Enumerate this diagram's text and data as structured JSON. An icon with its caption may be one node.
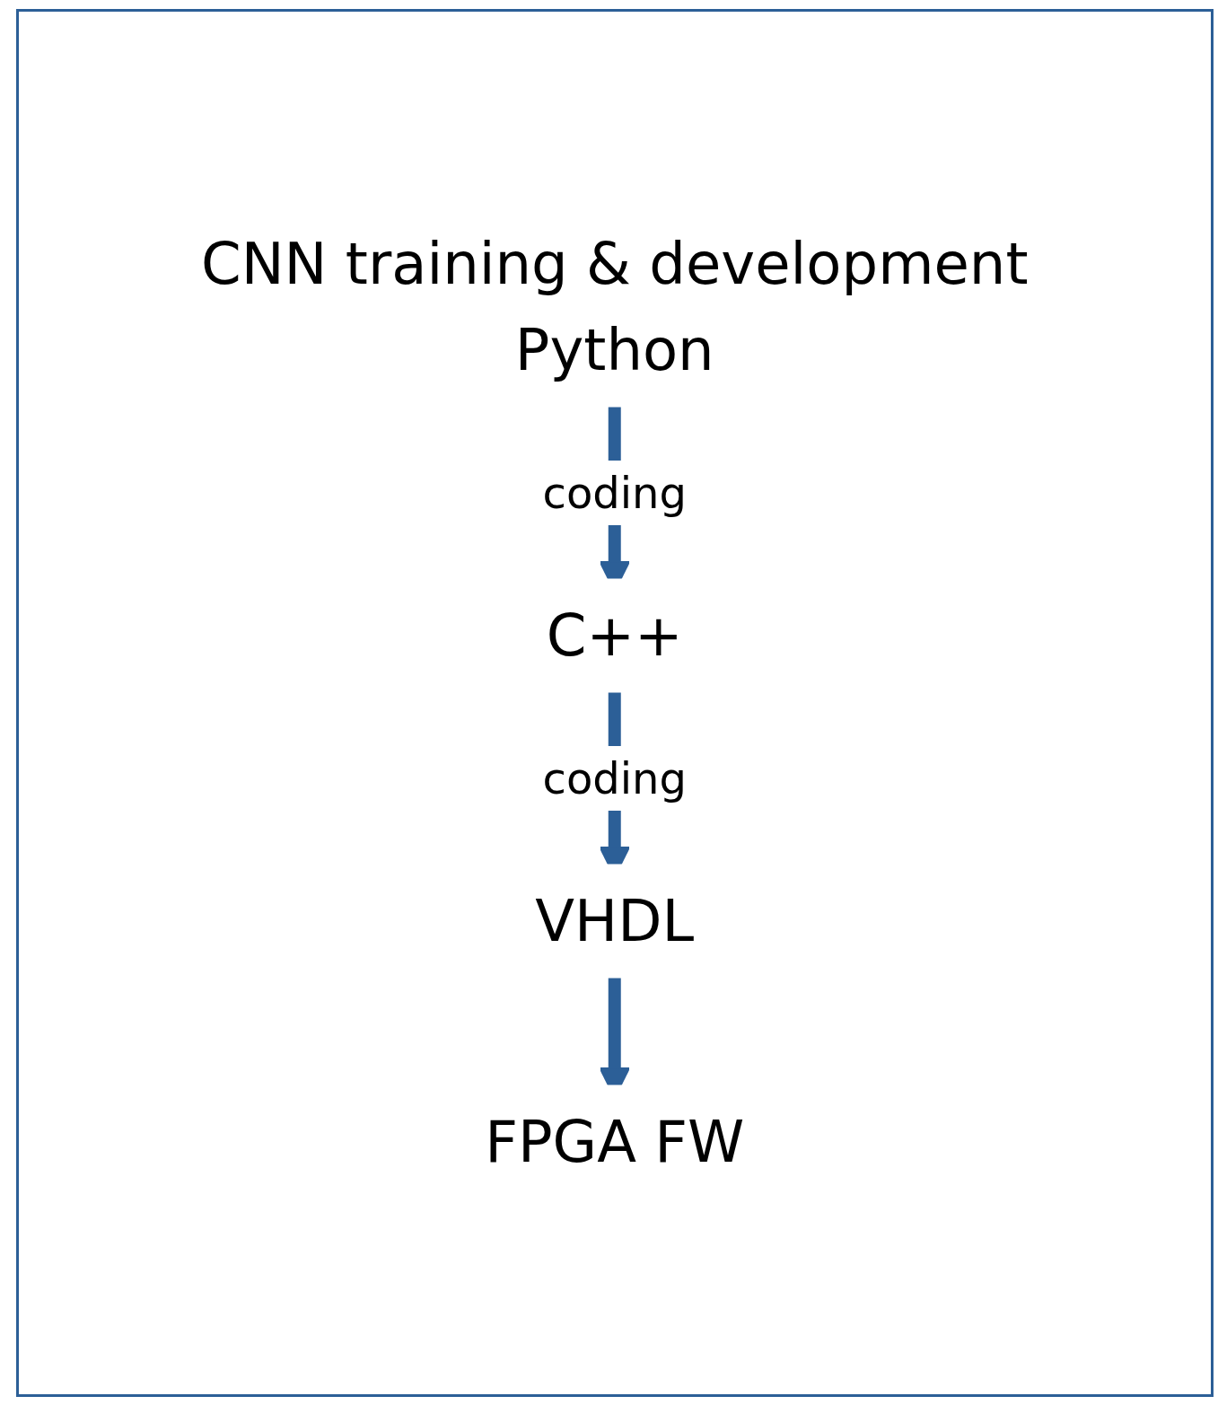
{
  "diagram": {
    "nodes": [
      {
        "text": [
          "CNN training & development",
          "Python"
        ]
      },
      {
        "text": [
          "C++"
        ]
      },
      {
        "text": [
          "VHDL"
        ]
      },
      {
        "text": [
          "FPGA FW"
        ]
      }
    ],
    "edges": [
      {
        "from": 0,
        "to": 1,
        "arrow": "to",
        "label": "coding"
      },
      {
        "from": 1,
        "to": 2,
        "arrow": "to",
        "label": "coding"
      },
      {
        "from": 2,
        "to": 3,
        "arrow": "to"
      }
    ]
  }
}
